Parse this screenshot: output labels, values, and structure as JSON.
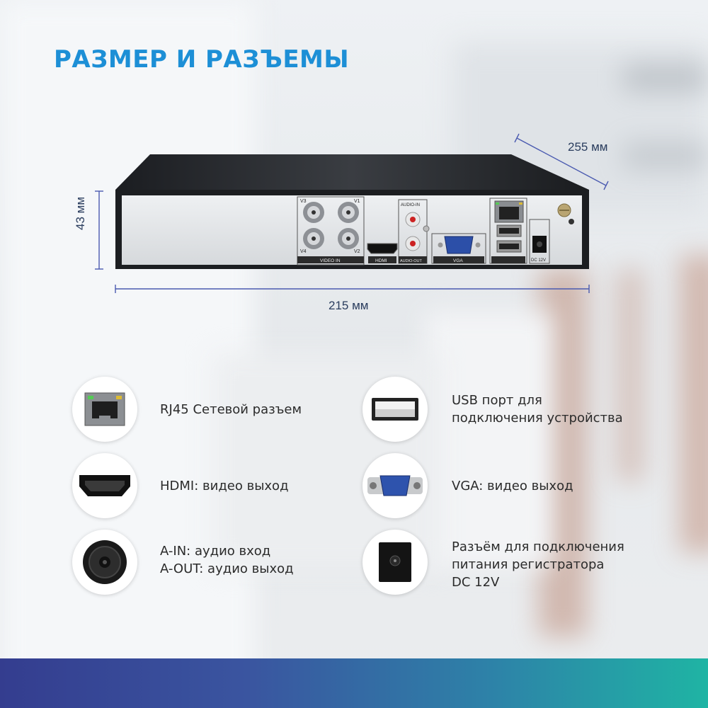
{
  "title": "РАЗМЕР И РАЗЪЕМЫ",
  "dimensions": {
    "width": "215 мм",
    "depth": "255 мм",
    "height": "43 мм"
  },
  "panel_labels": {
    "v3": "V3",
    "v1": "V1",
    "v4": "V4",
    "v2": "V2",
    "video_in": "VIDEO IN",
    "hdmi": "HDMI",
    "audio_in": "AUDIO-IN",
    "audio_out": "AUDIO-OUT",
    "vga": "VGA",
    "dc": "DC 12V"
  },
  "features": [
    {
      "icon": "rj45-icon",
      "lines": [
        "RJ45 Сетевой разъем"
      ]
    },
    {
      "icon": "usb-icon",
      "lines": [
        "USB порт для",
        "подключения устройства"
      ]
    },
    {
      "icon": "hdmi-icon",
      "lines": [
        "HDMI: видео выход"
      ]
    },
    {
      "icon": "vga-icon",
      "lines": [
        "VGA: видео выход"
      ]
    },
    {
      "icon": "audio-icon",
      "lines": [
        "A-IN: аудио вход",
        "A-OUT: аудио выход"
      ]
    },
    {
      "icon": "dc-power-icon",
      "lines": [
        "Разъём для подключения",
        "питания регистратора",
        "DC 12V"
      ]
    }
  ],
  "colors": {
    "title": "#1d8fd6",
    "dimension_line": "#4a5ab0",
    "footer_start": "#343d8f",
    "footer_end": "#1fb4a4"
  }
}
